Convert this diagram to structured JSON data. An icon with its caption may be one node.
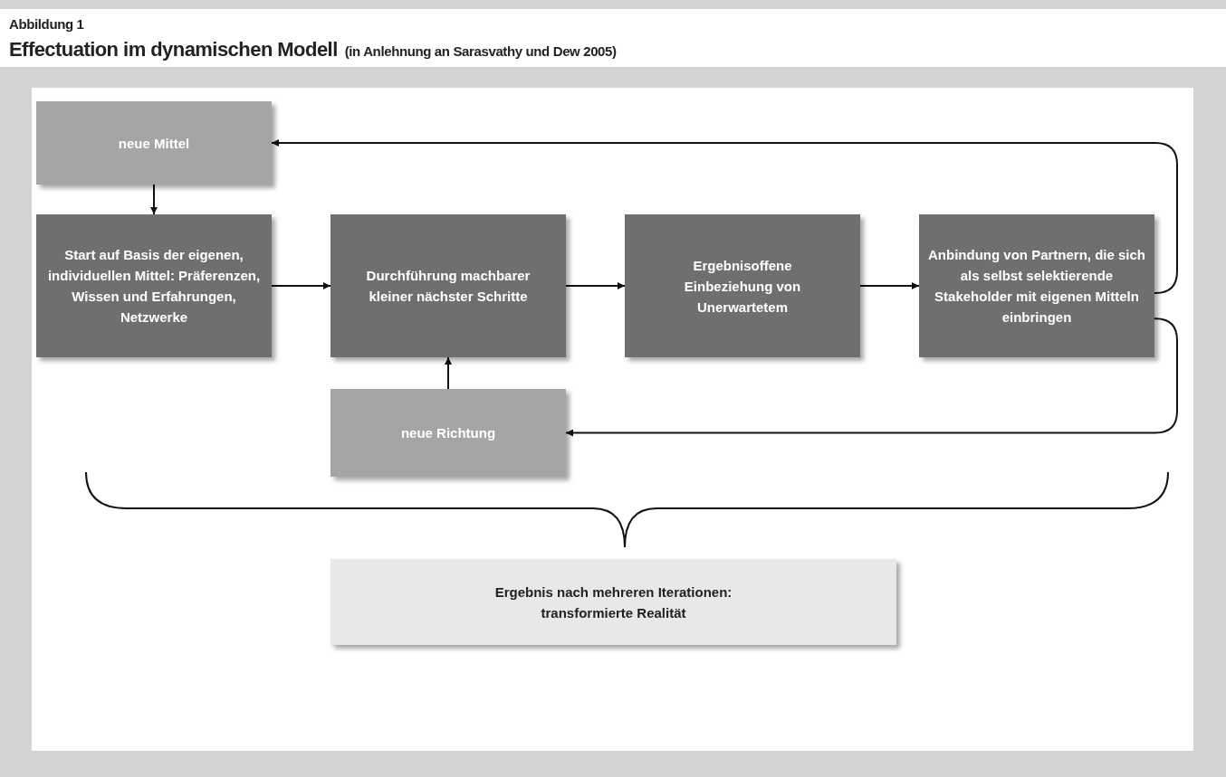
{
  "diagram": {
    "title": "Effectuation im dynamischen Modell",
    "nodes": [
      {
        "text": [
          "neue Mittel"
        ]
      },
      {
        "text": [
          "Start auf Basis der eigenen, individuellen Mittel: Präferenzen, Wissen und Erfahrungen, Netzwerke"
        ]
      },
      {
        "text": [
          "Durchführung machbarer kleiner nächster Schritte"
        ]
      },
      {
        "text": [
          "Ergebnisoffene Einbeziehung von Unerwartetem"
        ]
      },
      {
        "text": [
          "Anbindung von Partnern, die sich als selbst selektierende Stakeholder mit eigenen Mitteln einbringen"
        ]
      },
      {
        "text": [
          "neue Richtung"
        ]
      },
      {
        "text": [
          "Ergebnis nach mehreren Iterationen: transformierte Realität"
        ]
      }
    ],
    "edges": [
      {
        "from": 0,
        "to": 1,
        "arrow": "to"
      },
      {
        "from": 1,
        "to": 2,
        "arrow": "to"
      },
      {
        "from": 2,
        "to": 3,
        "arrow": "to"
      },
      {
        "from": 3,
        "to": 4,
        "arrow": "to"
      },
      {
        "from": 4,
        "to": 0,
        "arrow": "to"
      },
      {
        "from": 4,
        "to": 5,
        "arrow": "to"
      },
      {
        "from": 5,
        "to": 2,
        "arrow": "to"
      }
    ],
    "labels": [
      "Abbildung 1",
      "(in Anlehnung an Sarasvathy und Dew 2005)"
    ]
  }
}
